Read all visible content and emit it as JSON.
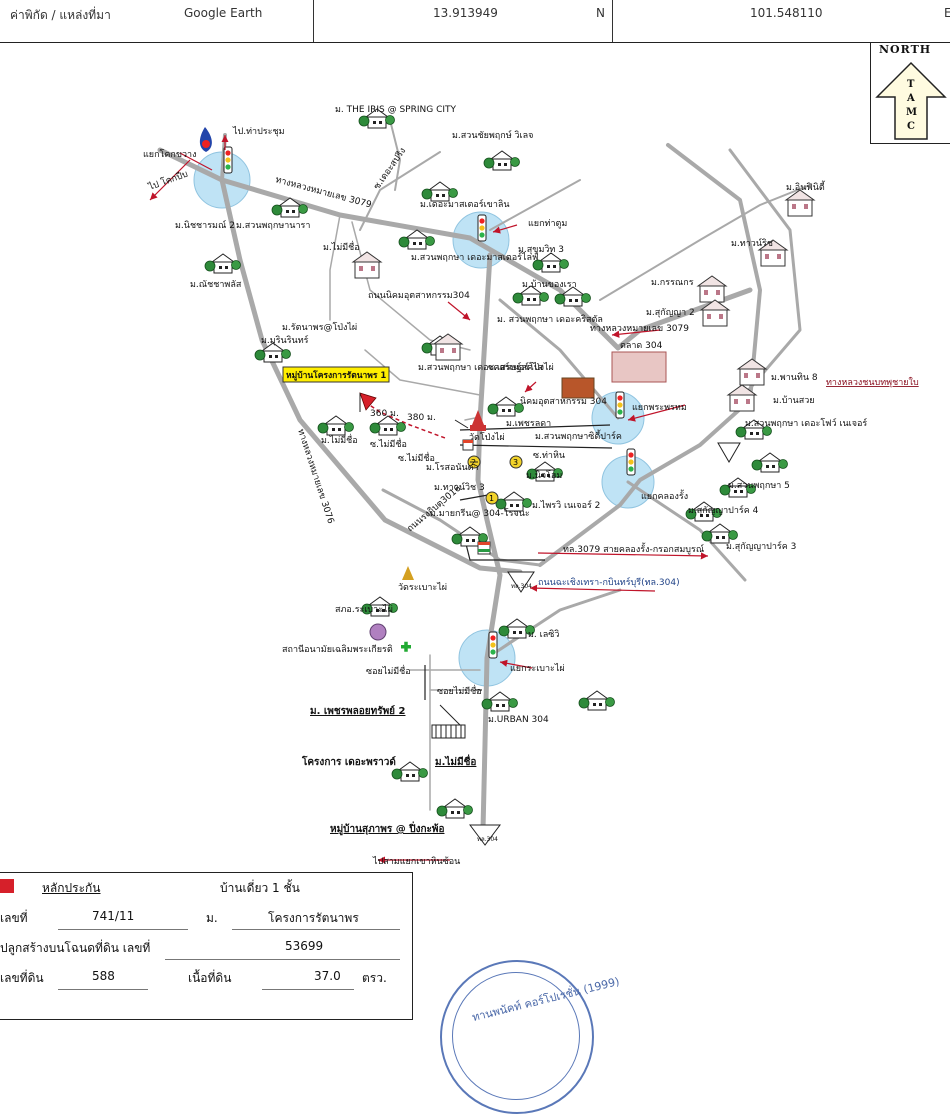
{
  "header": {
    "source_label": "ค่าพิกัด / แหล่งที่มา",
    "source_value": "Google Earth",
    "lat": "13.913949",
    "lat_unit": "N",
    "lon": "101.548110",
    "lon_unit": "E"
  },
  "north_arrow": {
    "label": "NORTH",
    "letters": [
      "T",
      "A",
      "M",
      "C"
    ]
  },
  "labels": {
    "the_iris": "ม. THE IRIS @ SPRING CITY",
    "suan_chaiyaphruek5": "ม.สวนชัยพฤกษ์ วิเลจ",
    "to_tha_prachum": "ไป.ท่าประชุม",
    "yaek_khok_khwang": "แยกโคกขวาง",
    "to_khok_pip": "ไป โคกปีบ",
    "highway_3079_top": "ทางหลวงหมายเลข 3079",
    "soi_khaomai": "ซ.เดอะสปริง",
    "the_master_khaolin": "ม.เดอะมาสเตอร์เขาลิน",
    "yaek_tha_tum": "แยกท่าตูม",
    "nitchanun2": "ม.นิชชารมณ์ 2",
    "suan_phruek_narat": "ม.สวนพฤกษานารา",
    "mai_mee_chue1": "ม.ไม่มีชื่อ",
    "suan_phruek_master": "ม.สวนพฤกษา เดอะมาสเตอร์ไลฟ์",
    "sukhumvit3": "ม.สุขุมวิท 3",
    "natcha_phon": "ม.ณัชชาพลัส",
    "road_304_nikhom": "ถนนนิคมอุตสาหกรรม304",
    "ban_khong_khao": "ม.บ้านของเรา",
    "suan_phruek_crystal": "ม. สวนพฤกษา เดอะคริสตัล",
    "highway_3079_right": "ทางหลวงหมายเลข 3079",
    "the_infinity": "ม.อินฟินิตี้",
    "the_wanrich": "ม.ทาวน์ริช",
    "kornkron": "ม.กรรณกร",
    "sukanya2": "ม.สุกัญญา 2",
    "ratanaporn_pongpai": "ม.รัตนาพร@โป่งไผ่",
    "munin": "ม.มุรินรินทร์",
    "subject_label": "หมู่บ้านโครงการรัตนาพร 1",
    "suan_phruek_concord": "ม.สวนพฤกษา เดอะคอร์เนอร์โป่งไผ่",
    "soi_setthasakai": "ซ.เศรษฐ์สคไส",
    "talad_304": "ตลาด 304",
    "phanthin8": "ม.พานทิน 8",
    "highway_link": "ทางหลวงชนบทพุชายใบ",
    "ban_suay": "ม.บ้านสวย",
    "dist_360": "360 ม.",
    "dist_380": "380 ม.",
    "nikhom_304": "นิคมอุตสาหกรรม 304",
    "phetlada": "ม.เพชรลดา",
    "yaek_phra_phrom": "แยกพระพรหม",
    "suan_phruek_fit": "ม.สวนพฤกษา เดอะโฟว์ เนเจอร์",
    "mai_mee_chue2": "ม.ไม่มีชื่อ",
    "soi_mai_mee_chue2": "ซ.ไม่มีชื่อ",
    "wat_pongpai": "วัดโป่งไผ่",
    "suan_phruek_cityrich": "ม.สวนพฤกษาซิตี้ปาร์ค",
    "soi_mai_mee_chue1": "ซ.ไม่มีชื่อ",
    "rot_ananda": "ม.โรสอนันดา",
    "soi_tha_hin": "ซ.ท่าหิน",
    "thawisuk": "ม.ทาวน์วิช 3",
    "nichaya": "ม.นิวโฮม",
    "suan_phruek5": "ม.สวนพฤกษา 5",
    "yaek_khlong_rang": "แยกคลองรั้ง",
    "highway_3076": "ทางหลวงหมายเลข 3076",
    "mayabreen": "ม.มายกรีน@ 304-โรจนะ",
    "phrai_nature2": "ม.ไพรวิ เนเจอร์ 2",
    "sukanya_park4": "ม.สุกัญญาปาร์ค 4",
    "road_tech_3016": "ถนนรงกิบตุ3016",
    "road_3079_khlong": "ทล.3079 สายคลองรั้ง-กรอกสมบูรณ์",
    "sukanya_park3": "ม.สุกัญญาปาร์ค 3",
    "wat_krabao": "วัดระเบาะไผ่",
    "road_chachoengsao": "ถนนฉะเชิงเทรา-กบินทร์บุรี(ทล.304)",
    "tol304_a": "ทล.304",
    "sakon_krabao": "สภอ.ระเบาะไผ่",
    "le_city": "ม. เลซิวิ",
    "health_station": "สถานีอนามัยเฉลิมพระเกียรติ",
    "yaek_krabao": "แยกระเบาะไผ่",
    "soi_mai_mee_chue3": "ซอยไม่มีชื่อ",
    "soi_mai_mee_chue4": "ซอยไม่มีชื่อ",
    "urban304": "ม.URBAN 304",
    "petcharat": "ม. เพชรพลอยทรัพย์ 2",
    "the_palace": "โครงการ เดอะพราวด์",
    "mai_mee_chue3": "ม.ไม่มีชื่อ",
    "suphaphorn": "หมู่บ้านสุภาพร @ ปิ่งกะพ้อ",
    "tol304_b": "ทล.304",
    "to_yaek_khao_hin_sorn": "ไปสามแยกเขาหินซ้อน"
  },
  "legend": {
    "marker_label": "หลักประกัน",
    "type": "บ้านเดี่ยว 1 ชั้น",
    "house_no_label": "เลขที่",
    "house_no": "741/11",
    "village_label": "ม.",
    "village": "โครงการรัตนาพร",
    "deed_label": "ปลูกสร้างบนโฉนดที่ดิน เลขที่",
    "deed_no": "53699",
    "land_no_label": "เลขที่ดิน",
    "land_no": "588",
    "area_label": "เนื้อที่ดิน",
    "area": "37.0",
    "area_unit": "ตรว."
  },
  "stamp": {
    "text": "ทานพนัคท์ คอร์โปเรชั่น (1999)"
  },
  "colors": {
    "road": "#a9a9a9",
    "junction": "#bfe3f5",
    "subject": "#d6202a",
    "arrow_red": "#c0142a",
    "highlight": "#ffee00",
    "stamp": "#5a78b8"
  }
}
